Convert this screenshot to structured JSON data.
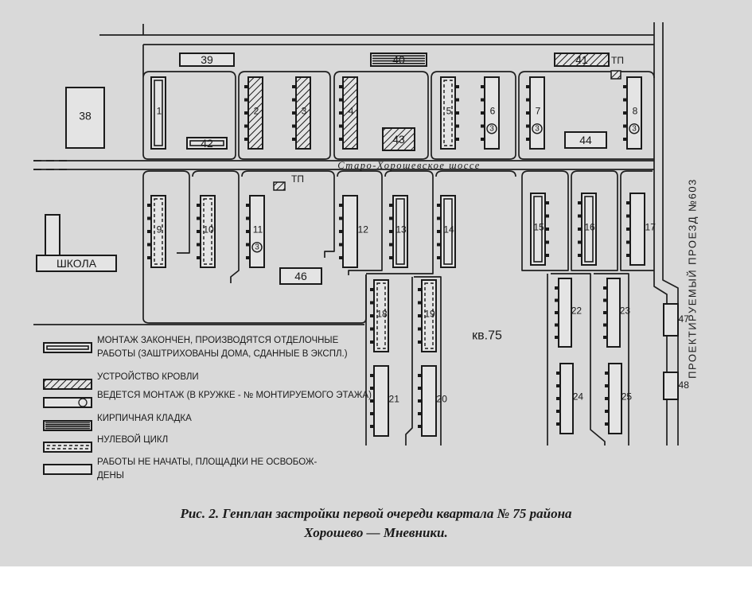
{
  "map": {
    "street_name": "Старо-Хорошевское шоссе",
    "proposed_road": "ПРОЕКТИРУЕМЫЙ ПРОЕЗД №603",
    "school": "ШКОЛА",
    "quarter": "кв.75",
    "substation": "ТП",
    "floor_mark": "3"
  },
  "buildings": [
    {
      "id": "38",
      "status": "none"
    },
    {
      "id": "39",
      "status": "none"
    },
    {
      "id": "40",
      "status": "brick"
    },
    {
      "id": "41",
      "status": "roof"
    },
    {
      "id": "1",
      "status": "finishing"
    },
    {
      "id": "2",
      "status": "roof"
    },
    {
      "id": "3",
      "status": "roof"
    },
    {
      "id": "4",
      "status": "roof"
    },
    {
      "id": "5",
      "status": "zero"
    },
    {
      "id": "6",
      "status": "montage"
    },
    {
      "id": "7",
      "status": "montage"
    },
    {
      "id": "8",
      "status": "montage"
    },
    {
      "id": "42",
      "status": "finishing"
    },
    {
      "id": "43",
      "status": "roof"
    },
    {
      "id": "44",
      "status": "none"
    },
    {
      "id": "9",
      "status": "zero"
    },
    {
      "id": "10",
      "status": "zero"
    },
    {
      "id": "11",
      "status": "montage"
    },
    {
      "id": "12",
      "status": "none"
    },
    {
      "id": "13",
      "status": "finishing"
    },
    {
      "id": "14",
      "status": "finishing"
    },
    {
      "id": "15",
      "status": "finishing"
    },
    {
      "id": "16",
      "status": "finishing"
    },
    {
      "id": "17",
      "status": "none"
    },
    {
      "id": "46",
      "status": "none"
    },
    {
      "id": "18",
      "status": "zero"
    },
    {
      "id": "19",
      "status": "zero"
    },
    {
      "id": "22",
      "status": "none"
    },
    {
      "id": "23",
      "status": "none"
    },
    {
      "id": "47",
      "status": "none"
    },
    {
      "id": "21",
      "status": "none"
    },
    {
      "id": "20",
      "status": "none"
    },
    {
      "id": "24",
      "status": "none"
    },
    {
      "id": "25",
      "status": "none"
    },
    {
      "id": "48",
      "status": "none"
    }
  ],
  "legend": [
    {
      "style": "finishing",
      "lines": [
        "МОНТАЖ ЗАКОНЧЕН, ПРОИЗВОДЯТСЯ ОТДЕЛОЧНЫЕ",
        "РАБОТЫ (ЗАШТРИХОВАНЫ ДОМА, СДАННЫЕ В ЭКСПЛ.)"
      ]
    },
    {
      "style": "roof",
      "lines": [
        "УСТРОЙСТВО КРОВЛИ"
      ]
    },
    {
      "style": "montage",
      "lines": [
        "ВЕДЕТСЯ МОНТАЖ (В КРУЖКЕ - № МОНТИРУЕМОГО ЭТАЖА)"
      ]
    },
    {
      "style": "brick",
      "lines": [
        "КИРПИЧНАЯ КЛАДКА"
      ]
    },
    {
      "style": "zero",
      "lines": [
        "НУЛЕВОЙ ЦИКЛ"
      ]
    },
    {
      "style": "none",
      "lines": [
        "РАБОТЫ НЕ НАЧАТЫ, ПЛОЩАДКИ НЕ ОСВОБОЖ-",
        "ДЕНЫ"
      ]
    }
  ],
  "caption": {
    "line1": "Рис. 2. Генплан застройки первой очереди квартала № 75 района",
    "line2": "Хорошево — Мневники."
  }
}
